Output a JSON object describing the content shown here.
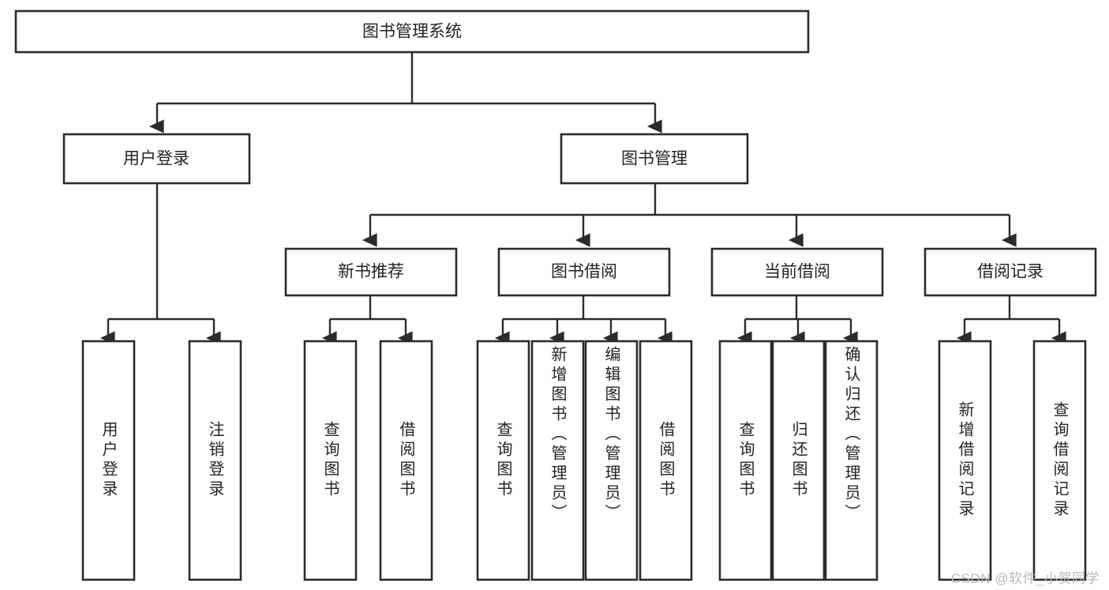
{
  "diagram": {
    "type": "tree-hierarchy",
    "title": "图书管理系统",
    "watermark": "CSDN @软件_小贺同学",
    "colors": {
      "box_stroke": "#2b2b2b",
      "box_fill": "#ffffff",
      "connector": "#2b2b2b",
      "text": "#232323",
      "watermark": "#b9b9b9",
      "background": "#ffffff"
    },
    "root": {
      "label": "图书管理系统"
    },
    "level2": [
      {
        "label": "用户登录"
      },
      {
        "label": "图书管理"
      }
    ],
    "level3": [
      {
        "label": "新书推荐"
      },
      {
        "label": "图书借阅"
      },
      {
        "label": "当前借阅"
      },
      {
        "label": "借阅记录"
      }
    ],
    "leaves": {
      "user_login": [
        {
          "label": "用户登录"
        },
        {
          "label": "注销登录"
        }
      ],
      "new_book_recommend": [
        {
          "label": "查询图书"
        },
        {
          "label": "借阅图书"
        }
      ],
      "book_borrow": [
        {
          "label": "查询图书"
        },
        {
          "label": "新增图书（管理员）"
        },
        {
          "label": "编辑图书（管理员）"
        },
        {
          "label": "借阅图书"
        }
      ],
      "current_borrow": [
        {
          "label": "查询图书"
        },
        {
          "label": "归还图书"
        },
        {
          "label": "确认归还（管理员）"
        }
      ],
      "borrow_record": [
        {
          "label": "新增借阅记录"
        },
        {
          "label": "查询借阅记录"
        }
      ]
    }
  }
}
